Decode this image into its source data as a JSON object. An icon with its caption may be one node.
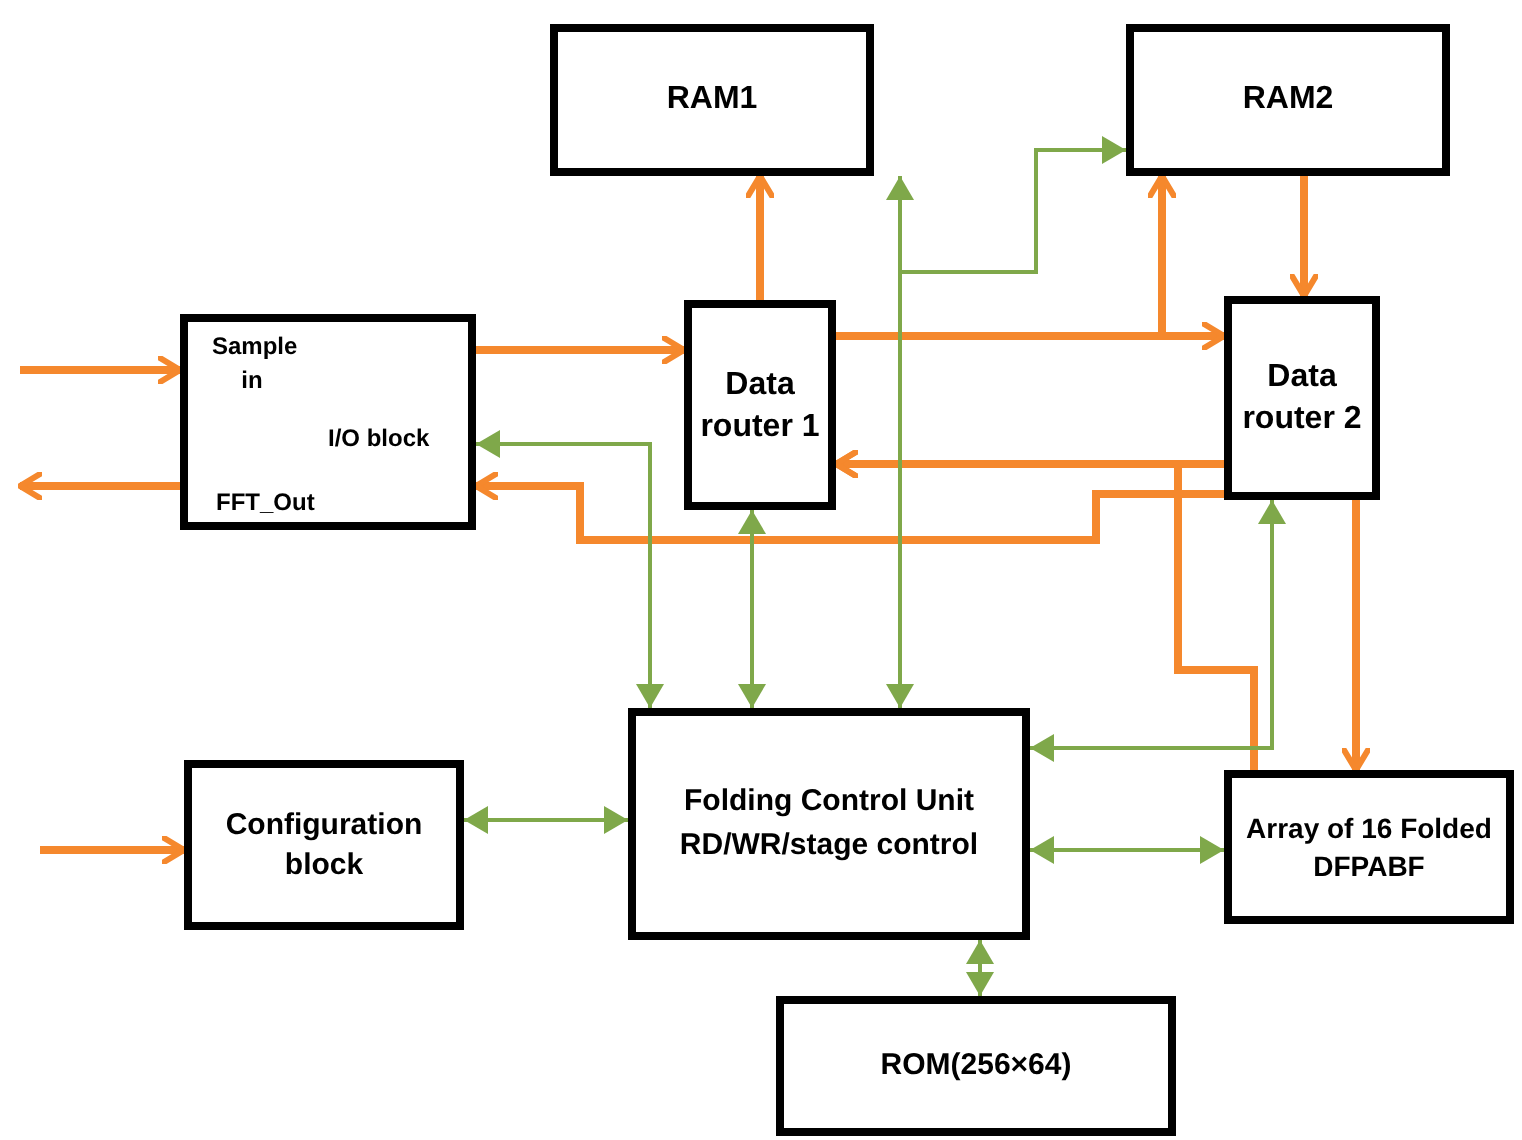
{
  "diagram": {
    "nodes": [
      {
        "text": [
          "RAM1"
        ]
      },
      {
        "text": [
          "RAM2"
        ]
      },
      {
        "text": [
          "Sample in",
          "I/O block",
          "FFT_Out"
        ]
      },
      {
        "text": [
          "Data router 1"
        ]
      },
      {
        "text": [
          "Data router 2"
        ]
      },
      {
        "text": [
          "Configuration block"
        ]
      },
      {
        "text": [
          "Folding Control Unit",
          "RD/WR/stage control"
        ]
      },
      {
        "text": [
          "Array of 16 Folded DFPABF"
        ]
      },
      {
        "text": [
          "ROM(256×64)"
        ]
      }
    ],
    "edges": [
      {
        "from": null,
        "to": 2,
        "arrow": "to"
      },
      {
        "from": 2,
        "to": null,
        "arrow": "to"
      },
      {
        "from": 2,
        "to": 3,
        "arrow": "to"
      },
      {
        "from": 3,
        "to": 0,
        "arrow": "to"
      },
      {
        "from": 3,
        "to": 4,
        "arrow": "to"
      },
      {
        "from": 3,
        "to": 1,
        "arrow": "to"
      },
      {
        "from": 1,
        "to": 4,
        "arrow": "to"
      },
      {
        "from": 4,
        "to": 3,
        "arrow": "to"
      },
      {
        "from": 4,
        "to": 2,
        "arrow": "to"
      },
      {
        "from": 4,
        "to": 7,
        "arrow": "to"
      },
      {
        "from": 7,
        "to": 3,
        "arrow": "to"
      },
      {
        "from": 6,
        "to": 2,
        "arrow": "both",
        "color": "#7fa84a"
      },
      {
        "from": 6,
        "to": 3,
        "arrow": "both",
        "color": "#7fa84a"
      },
      {
        "from": 6,
        "to": 0,
        "arrow": "both",
        "color": "#7fa84a"
      },
      {
        "from": 6,
        "to": 1,
        "arrow": "to",
        "color": "#7fa84a"
      },
      {
        "from": 6,
        "to": 4,
        "arrow": "both",
        "color": "#7fa84a"
      },
      {
        "from": 5,
        "to": 6,
        "arrow": "both",
        "color": "#7fa84a"
      },
      {
        "from": 6,
        "to": 7,
        "arrow": "both",
        "color": "#7fa84a"
      },
      {
        "from": 6,
        "to": 8,
        "arrow": "both",
        "color": "#7fa84a"
      },
      {
        "from": null,
        "to": 5,
        "arrow": "to"
      }
    ]
  }
}
